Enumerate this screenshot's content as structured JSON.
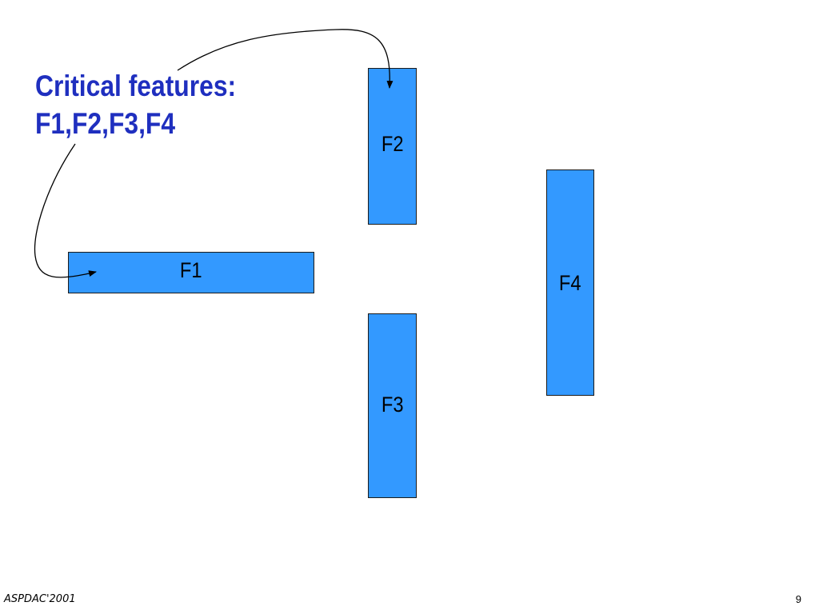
{
  "slide": {
    "title_lines": [
      "Critical features:",
      "F1,F2,F3,F4"
    ],
    "title_color": "#1f2fbf"
  },
  "features": [
    {
      "id": "F1",
      "label": "F1",
      "orientation": "horizontal"
    },
    {
      "id": "F2",
      "label": "F2",
      "orientation": "vertical"
    },
    {
      "id": "F3",
      "label": "F3",
      "orientation": "vertical"
    },
    {
      "id": "F4",
      "label": "F4",
      "orientation": "vertical"
    }
  ],
  "feature_fill_color": "#3399ff",
  "arrows": [
    {
      "from": "title",
      "to": "F1"
    },
    {
      "from": "title",
      "to": "F2"
    }
  ],
  "footer": {
    "left": "ASPDAC'2001",
    "page_number": "9"
  }
}
